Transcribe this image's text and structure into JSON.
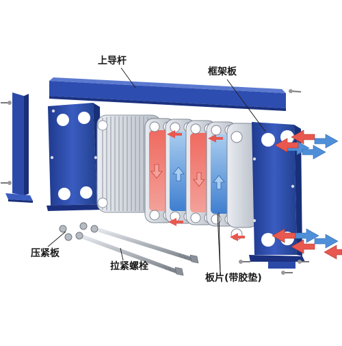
{
  "labels": {
    "upper_guide_bar": "上导杆",
    "frame_plate": "框架板",
    "pressure_plate": "压紧板",
    "tightening_bolt": "拉紧螺栓",
    "plate_with_gasket": "板片(带胶垫)"
  },
  "colors": {
    "frame_blue": "#2b4aa8",
    "frame_dark": "#1a2f78",
    "frame_light": "#4e6cc4",
    "hot_red": "#e8584f",
    "cold_blue": "#4f8fd8",
    "plate_gray": "#c9ced6",
    "bolt_gray": "#9aa0a8",
    "leader_line": "#222222"
  },
  "icons": [
    "hot-flow-arrow-icon",
    "cold-flow-arrow-icon"
  ]
}
